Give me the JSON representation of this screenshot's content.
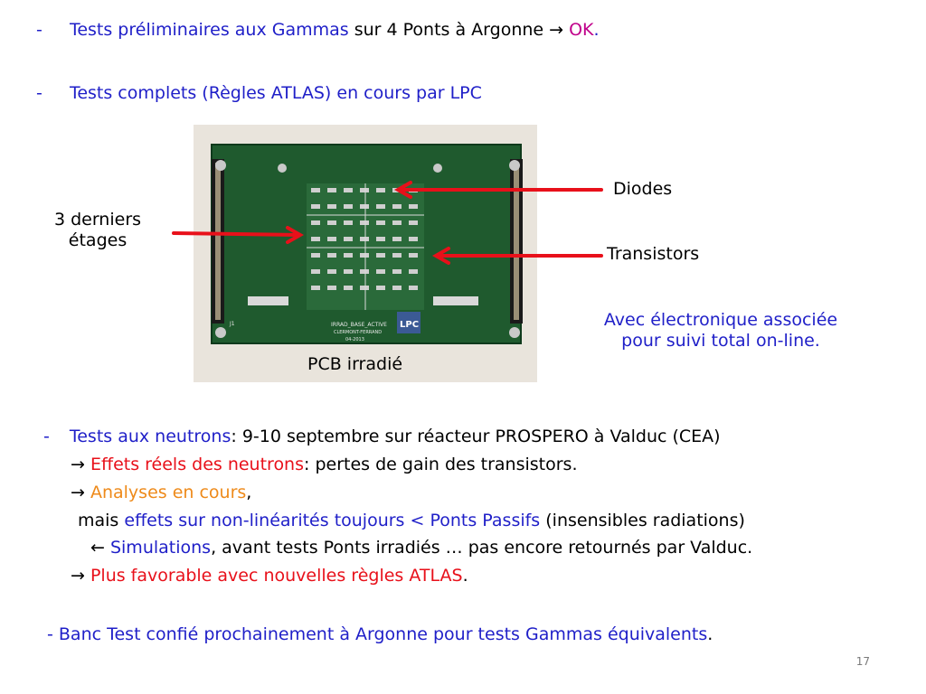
{
  "bullet1": {
    "dash": "-",
    "part1": "Tests préliminaires aux Gammas",
    "part2": " sur 4 Ponts à Argonne ",
    "arrow": "→",
    "part3": " OK",
    "part4": "."
  },
  "bullet2": {
    "dash": "-",
    "text": "Tests complets (Règles ATLAS) en cours par LPC"
  },
  "photo": {
    "label_left_line1": "3 derniers",
    "label_left_line2": "étages",
    "label_diodes": "Diodes",
    "label_transistors": "Transistors",
    "caption": "PCB  irradié",
    "board_text": "IRRAD_BASE_ACTIVE",
    "board_text2": "CLERMONT-FERRAND",
    "board_text3": "04-2013",
    "board_logo": "LPC",
    "board_j1": "J1"
  },
  "side_note": {
    "line1": "Avec électronique associée",
    "line2": "pour suivi total on-line."
  },
  "neutrons": {
    "dash": "-",
    "l1_blue": "Tests aux neutrons",
    "l1_rest": ": 9-10 septembre sur réacteur PROSPERO à Valduc (CEA)",
    "l2_arrow": "→",
    "l2_red": "Effets réels des neutrons",
    "l2_rest": ": pertes de gain des transistors.",
    "l3_arrow": "→",
    "l3_orange": "Analyses en cours",
    "l3_rest": ",",
    "l4_pre": "mais ",
    "l4_blue": "effets sur non-linéarités toujours < Ponts Passifs",
    "l4_rest": " (insensibles radiations)",
    "l5_arrow": "←",
    "l5_blue": "Simulations",
    "l5_rest": ", avant tests Ponts irradiés … pas encore retournés par Valduc.",
    "l6_arrow": "→",
    "l6_red": "Plus favorable avec nouvelles règles ATLAS",
    "l6_rest": "."
  },
  "banc": {
    "blue": "- Banc Test confié prochainement à Argonne pour tests Gammas équivalents",
    "rest": "."
  },
  "page_number": "17",
  "colors": {
    "blue": "#1f1fc8",
    "red": "#e8101a",
    "orange": "#ee8a1a",
    "magenta": "#c0008a",
    "pcb_green": "#1f5a2e"
  }
}
